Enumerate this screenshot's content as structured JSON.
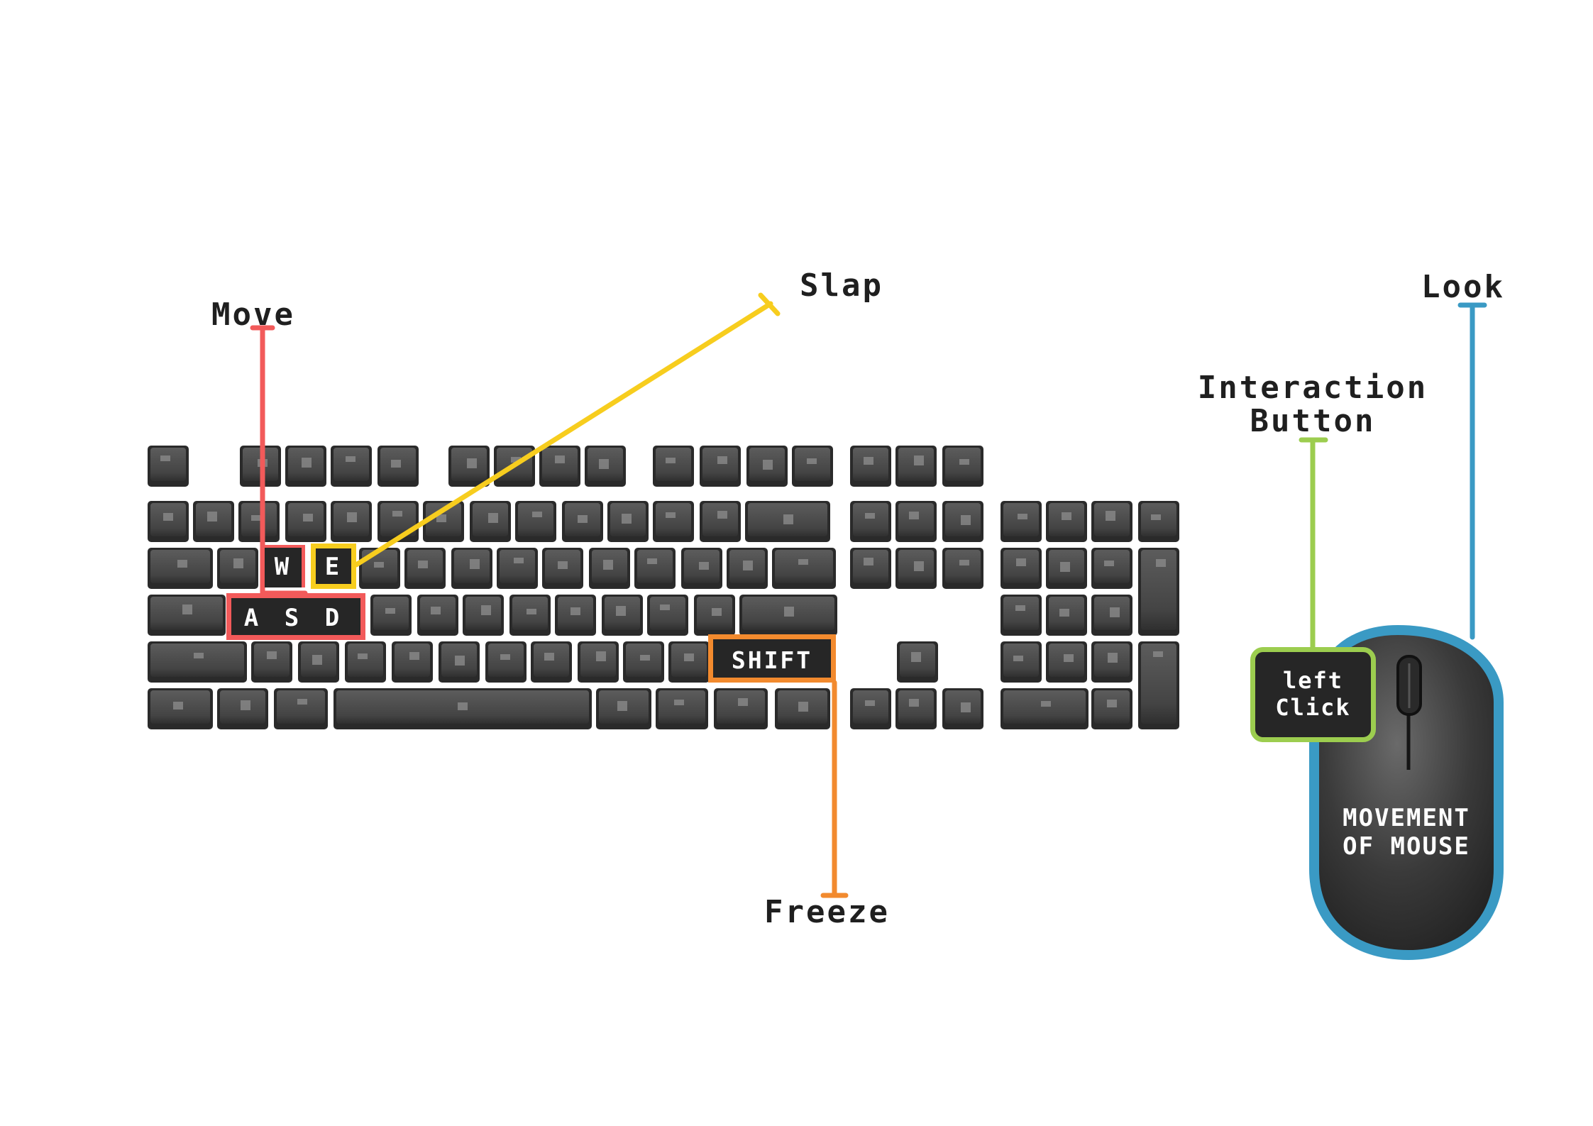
{
  "colors": {
    "move": "#f25a5a",
    "slap": "#f7cd1e",
    "freeze": "#f28a2e",
    "interaction": "#9ccd4f",
    "look": "#3a9ac4",
    "key": "#474747",
    "key_edge": "#2a2a2a",
    "label_text": "#1f1f1f"
  },
  "labels": {
    "move": "Move",
    "slap": "Slap",
    "freeze": "Freeze",
    "interaction_line1": "Interaction",
    "interaction_line2": "Button",
    "look": "Look"
  },
  "keys": {
    "w": "W",
    "e": "E",
    "a": "A",
    "s": "S",
    "d": "D",
    "shift": "SHIFT"
  },
  "mouse": {
    "left_click_line1": "left",
    "left_click_line2": "Click",
    "body_line1": "MOVEMENT",
    "body_line2": "OF MOUSE"
  },
  "icons": {
    "keyboard": "keyboard-icon",
    "mouse": "mouse-icon"
  }
}
